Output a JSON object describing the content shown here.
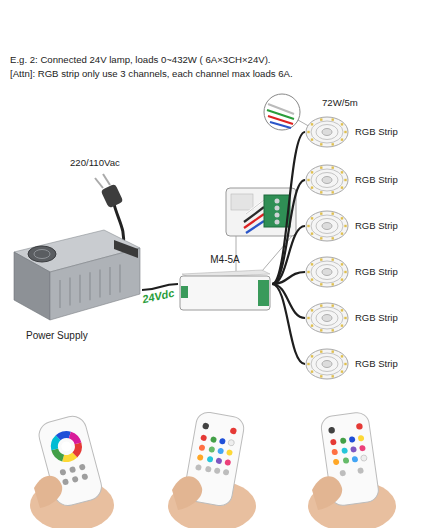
{
  "diagram": {
    "title": "E.g. 2: Connected 24V lamp, loads 0~432W ( 6A×3CH×24V).",
    "nodes": [
      {
        "text": [
          "Power Supply"
        ]
      },
      {
        "text": [
          "M4-5A"
        ]
      },
      {
        "text": [
          "RGB Strip"
        ]
      },
      {
        "text": [
          "RGB Strip"
        ]
      },
      {
        "text": [
          "RGB Strip"
        ]
      },
      {
        "text": [
          "RGB Strip"
        ]
      },
      {
        "text": [
          "RGB Strip"
        ]
      },
      {
        "text": [
          "RGB Strip"
        ]
      }
    ],
    "edges": [
      {
        "from": 0,
        "to": 1,
        "arrow": "none",
        "label": "24Vdc"
      },
      {
        "from": 1,
        "to": 2,
        "arrow": "none"
      },
      {
        "from": 1,
        "to": 3,
        "arrow": "none"
      },
      {
        "from": 1,
        "to": 4,
        "arrow": "none"
      },
      {
        "from": 1,
        "to": 5,
        "arrow": "none"
      },
      {
        "from": 1,
        "to": 6,
        "arrow": "none"
      },
      {
        "from": 1,
        "to": 7,
        "arrow": "none"
      }
    ],
    "labels": [
      "[Attn]: RGB strip only use 3 channels, each channel max loads 6A.",
      "220/110Vac",
      "72W/5m"
    ]
  }
}
